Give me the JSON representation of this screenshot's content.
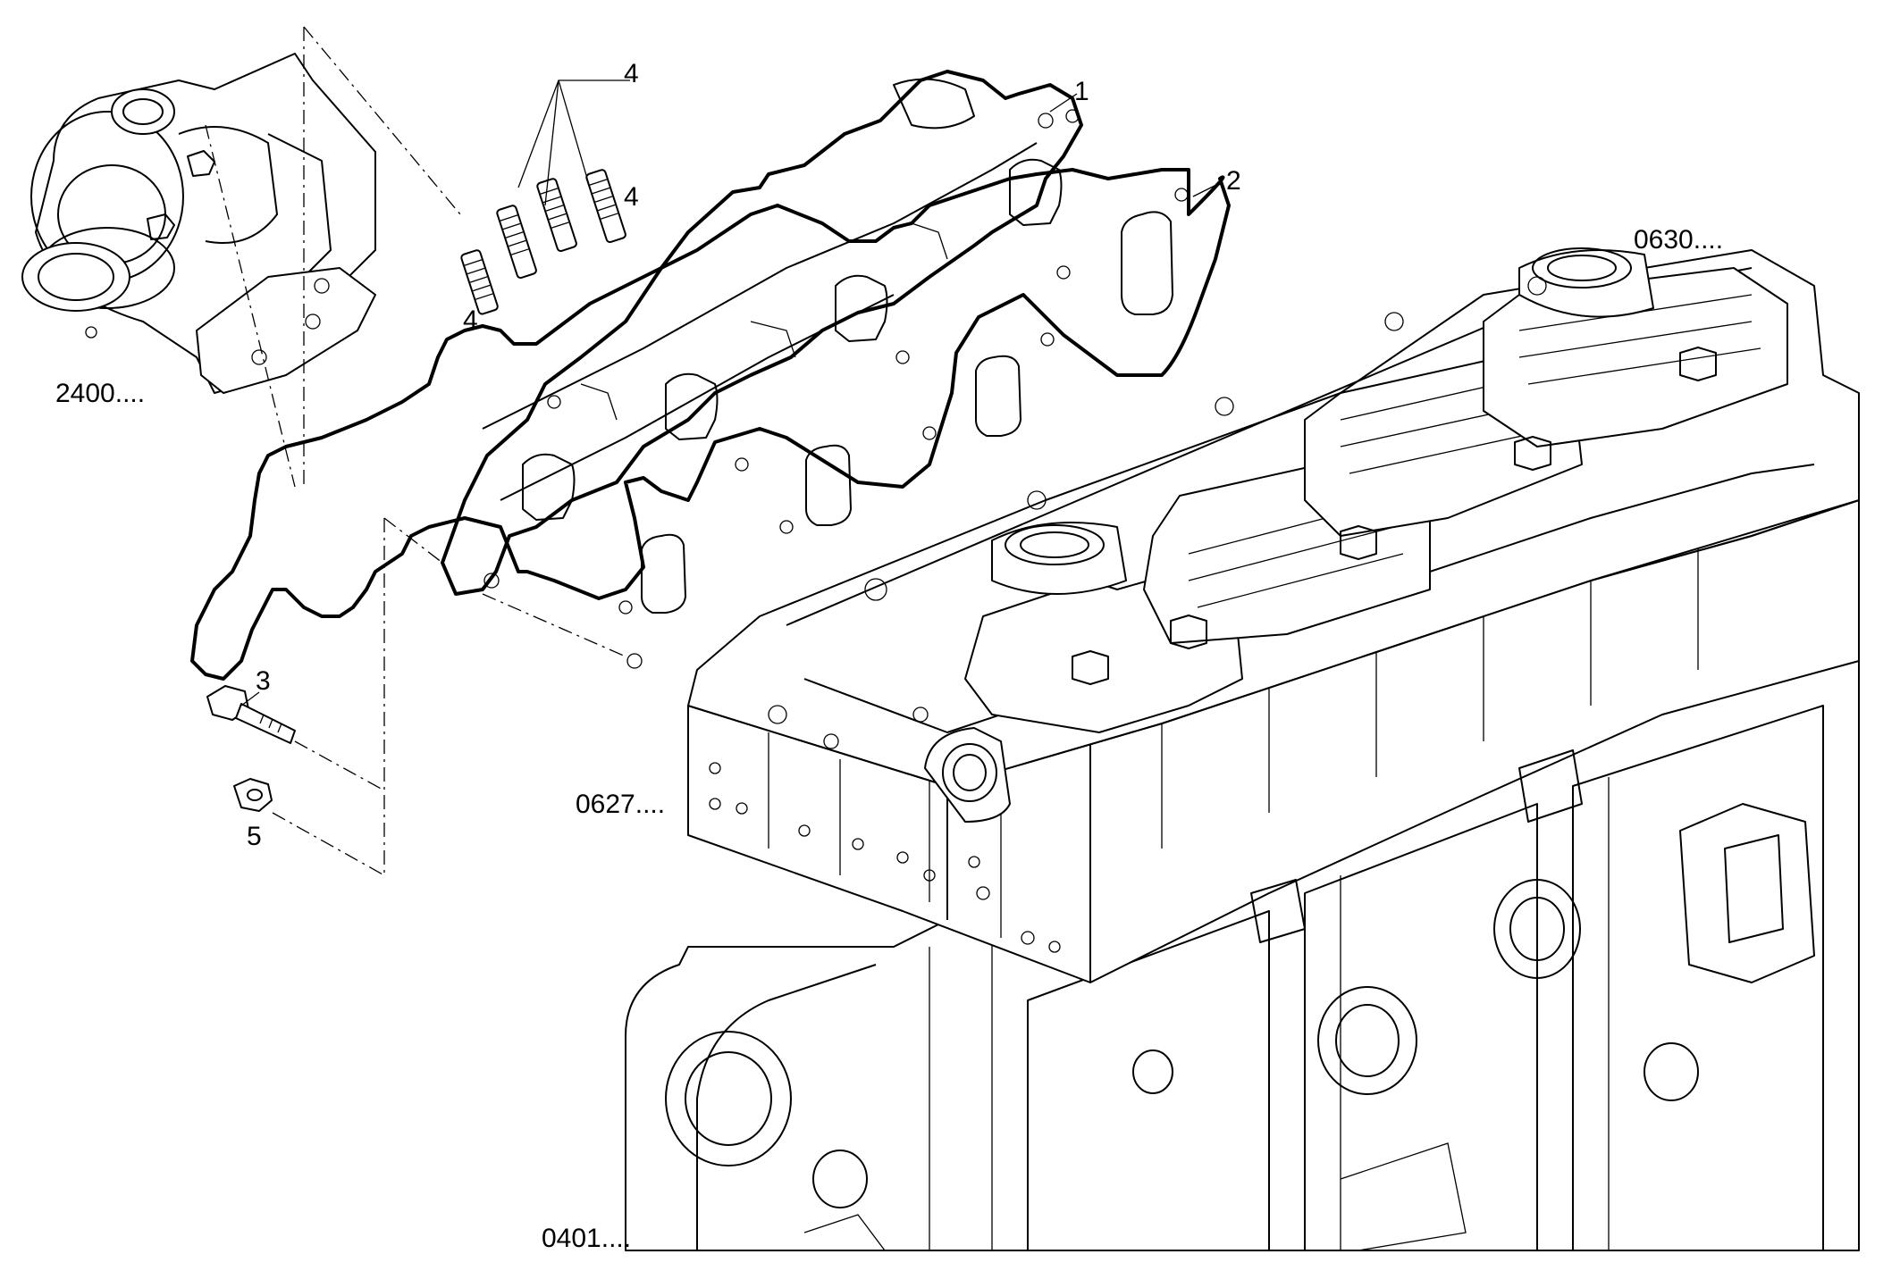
{
  "diagram": {
    "title": "Exhaust manifold – exploded parts view",
    "callouts": [
      {
        "id": "1",
        "label": "1",
        "part": "exhaust manifold"
      },
      {
        "id": "2",
        "label": "2",
        "part": "manifold gasket"
      },
      {
        "id": "3",
        "label": "3",
        "part": "flange bolt"
      },
      {
        "id": "4a",
        "label": "4",
        "part": "stud"
      },
      {
        "id": "4b",
        "label": "4",
        "part": "stud"
      },
      {
        "id": "4c",
        "label": "4",
        "part": "stud"
      },
      {
        "id": "5",
        "label": "5",
        "part": "nut"
      }
    ],
    "references": {
      "turbo": "2400....",
      "valve_cover": "0630....",
      "cylinder_head": "0627....",
      "crankcase": "0401...."
    }
  }
}
